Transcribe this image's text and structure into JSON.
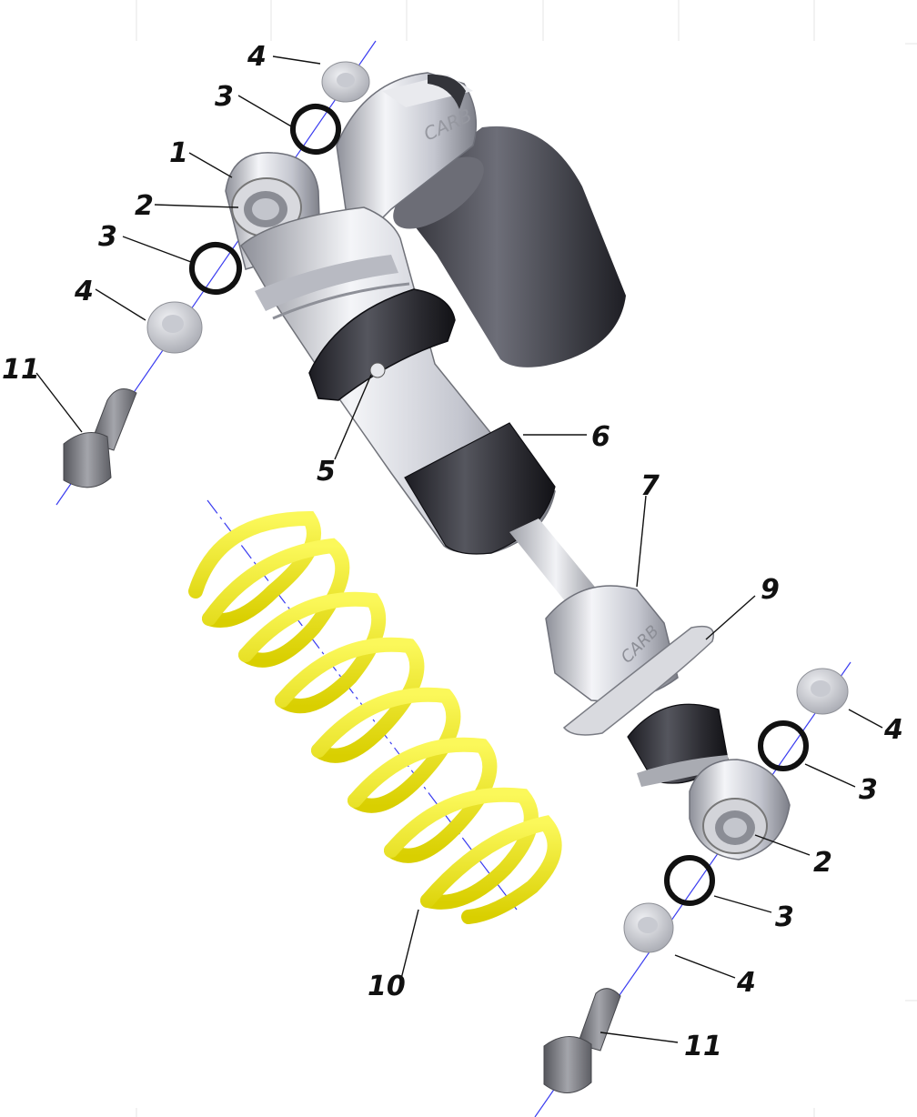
{
  "image_kind": "exploded-view parts diagram",
  "colors": {
    "axis": "#3a3cf0",
    "spring": "#f2ec1a",
    "body": "#c9cbd2",
    "reservoir": "#3c3c44",
    "seal": "#111111"
  },
  "callouts": [
    {
      "id": "c4-top-left",
      "text": "4"
    },
    {
      "id": "c3-top",
      "text": "3"
    },
    {
      "id": "c1",
      "text": "1"
    },
    {
      "id": "c2-top",
      "text": "2"
    },
    {
      "id": "c3-left",
      "text": "3"
    },
    {
      "id": "c4-left",
      "text": "4"
    },
    {
      "id": "c11-left",
      "text": "11"
    },
    {
      "id": "c5",
      "text": "5"
    },
    {
      "id": "c6",
      "text": "6"
    },
    {
      "id": "c7",
      "text": "7"
    },
    {
      "id": "c9",
      "text": "9"
    },
    {
      "id": "c4-right",
      "text": "4"
    },
    {
      "id": "c3-right",
      "text": "3"
    },
    {
      "id": "c2-bottom",
      "text": "2"
    },
    {
      "id": "c3-bottom",
      "text": "3"
    },
    {
      "id": "c4-bottom",
      "text": "4"
    },
    {
      "id": "c10",
      "text": "10"
    },
    {
      "id": "c11-bottom",
      "text": "11"
    }
  ],
  "logo_text": "CARB"
}
